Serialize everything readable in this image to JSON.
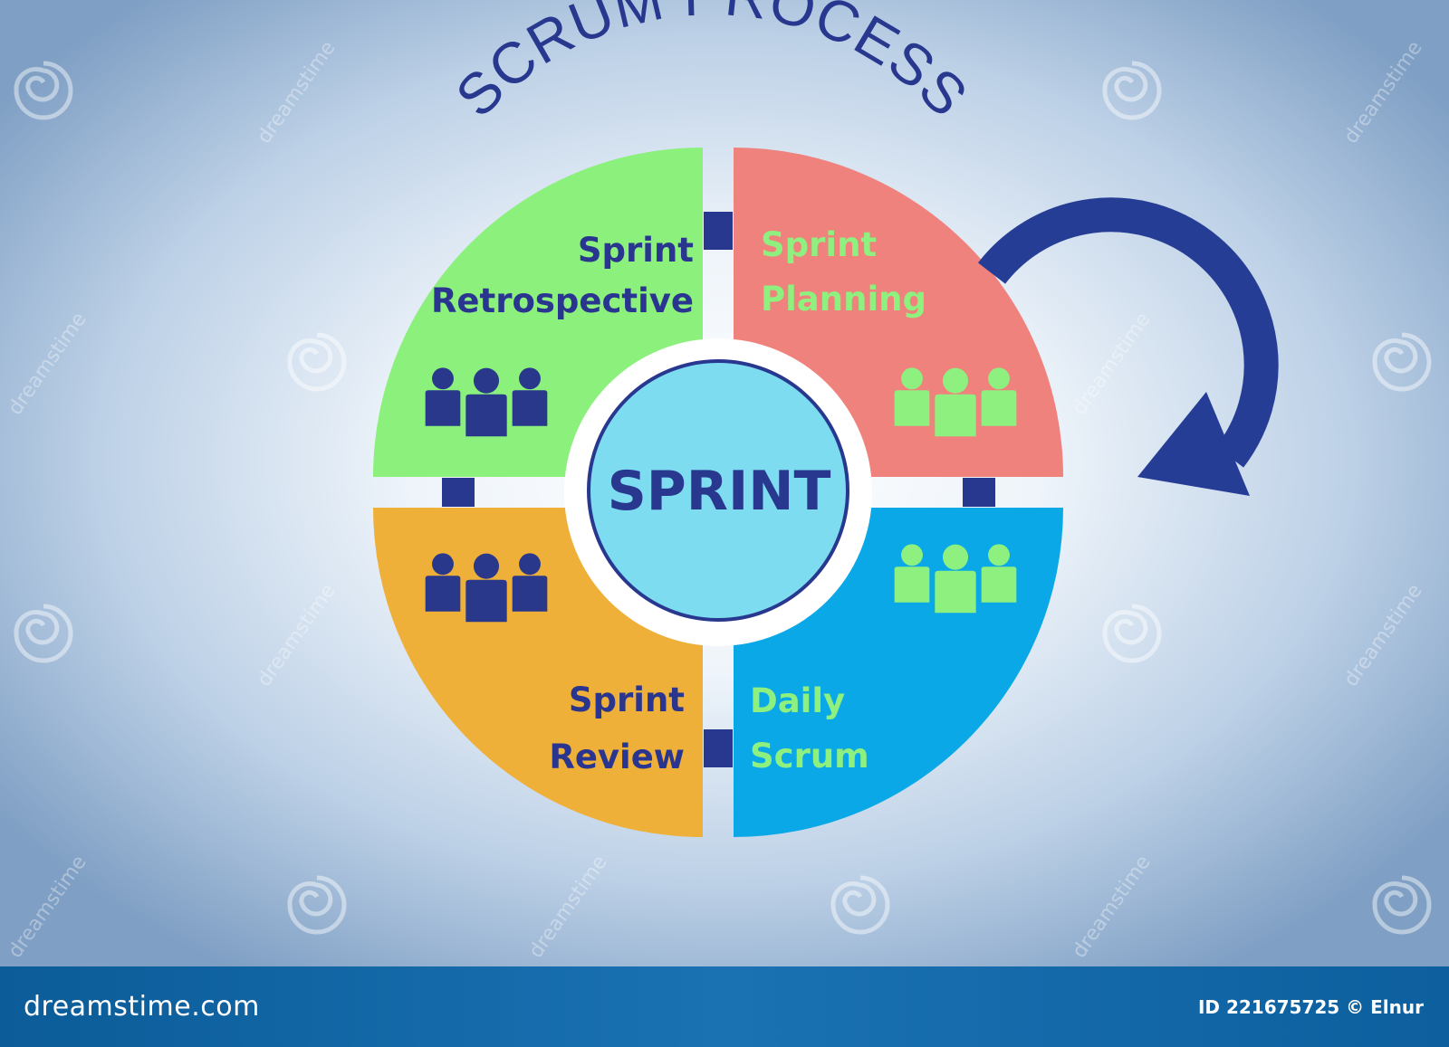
{
  "title": "SCRUM PROCESS",
  "center_label": "SPRINT",
  "quadrants": [
    {
      "id": "retro",
      "line1": "Sprint",
      "line2": "Retrospective",
      "color": "#8bf07c",
      "text_color": "#29358e",
      "icon_color": "#29388b"
    },
    {
      "id": "planning",
      "line1": "Sprint",
      "line2": "Planning",
      "color": "#ef827c",
      "text_color": "#8ef07e",
      "icon_color": "#8ef07e"
    },
    {
      "id": "review",
      "line1": "Sprint",
      "line2": "Review",
      "color": "#efb03a",
      "text_color": "#29358e",
      "icon_color": "#29388b"
    },
    {
      "id": "daily",
      "line1": "Daily",
      "line2": "Scrum",
      "color": "#0aa8e6",
      "text_color": "#8ef07e",
      "icon_color": "#8ef07e"
    }
  ],
  "colors": {
    "navy": "#29388f",
    "center_fill": "#7ddcf0",
    "arrow": "#263d96"
  },
  "watermark": "dreamstime",
  "footer": {
    "brand": "dreamstime.com",
    "id_text": "ID 221675725 © Elnur"
  }
}
